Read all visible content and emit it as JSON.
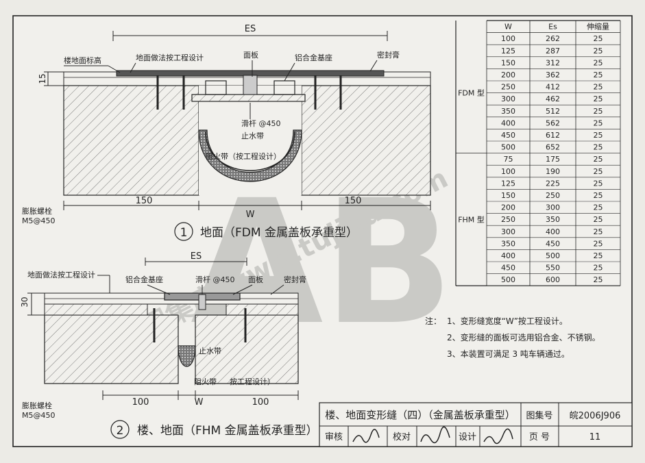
{
  "drawing1": {
    "dim_es": "ES",
    "labels": {
      "floor_mark": "楼地面标高",
      "floor_finish": "地面做法按工程设计",
      "panel": "面板",
      "al_base": "铝合金基座",
      "sealant": "密封膏",
      "slide_bar": "滑杆 @450",
      "waterstop": "止水带",
      "fire_band": "阻火带（按工程设计）",
      "bolt": "膨胀螺栓",
      "bolt_spec": "M5@450"
    },
    "dims": {
      "h15": "15",
      "left": "150",
      "w": "W",
      "right": "150"
    },
    "number": "1",
    "title": "地面（FDM 金属盖板承重型）"
  },
  "drawing2": {
    "dim_es": "ES",
    "labels": {
      "floor_finish": "地面做法按工程设计",
      "al_base": "铝合金基座",
      "slide_bar": "滑杆 @450",
      "panel": "面板",
      "sealant": "密封膏",
      "waterstop": "止水带",
      "fire_band": "阻火带",
      "by_design": "按工程设计）",
      "bolt": "膨胀螺栓",
      "bolt_spec": "M5@450"
    },
    "dims": {
      "h30": "30",
      "left": "100",
      "w": "W",
      "right": "100"
    },
    "number": "2",
    "title": "楼、地面（FHM 金属盖板承重型）"
  },
  "table": {
    "headers": [
      "W",
      "Es",
      "伸缩量"
    ],
    "groups": [
      {
        "label": "FDM 型",
        "rows": [
          [
            "100",
            "262",
            "25"
          ],
          [
            "125",
            "287",
            "25"
          ],
          [
            "150",
            "312",
            "25"
          ],
          [
            "200",
            "362",
            "25"
          ],
          [
            "250",
            "412",
            "25"
          ],
          [
            "300",
            "462",
            "25"
          ],
          [
            "350",
            "512",
            "25"
          ],
          [
            "400",
            "562",
            "25"
          ],
          [
            "450",
            "612",
            "25"
          ],
          [
            "500",
            "652",
            "25"
          ]
        ]
      },
      {
        "label": "FHM 型",
        "rows": [
          [
            "75",
            "175",
            "25"
          ],
          [
            "100",
            "190",
            "25"
          ],
          [
            "125",
            "225",
            "25"
          ],
          [
            "150",
            "250",
            "25"
          ],
          [
            "200",
            "300",
            "25"
          ],
          [
            "250",
            "350",
            "25"
          ],
          [
            "300",
            "400",
            "25"
          ],
          [
            "350",
            "450",
            "25"
          ],
          [
            "400",
            "500",
            "25"
          ],
          [
            "450",
            "550",
            "25"
          ],
          [
            "500",
            "600",
            "25"
          ]
        ]
      }
    ]
  },
  "notes": {
    "prefix": "注：",
    "items": [
      "1、变形缝宽度“W”按工程设计。",
      "2、变形缝的面板可选用铝合金、不锈钢。",
      "3、本装置可满足 3 吨车辆通过。"
    ]
  },
  "title_block": {
    "title": "楼、地面变形缝（四）（金属盖板承重型）",
    "atlas_label": "图集号",
    "atlas_no": "皖2006J906",
    "review_label": "审核",
    "check_label": "校对",
    "design_label": "设计",
    "page_label": "页  号",
    "page_no": "11"
  },
  "watermark": {
    "text": "建筑图集库 www.tujiku.com"
  }
}
